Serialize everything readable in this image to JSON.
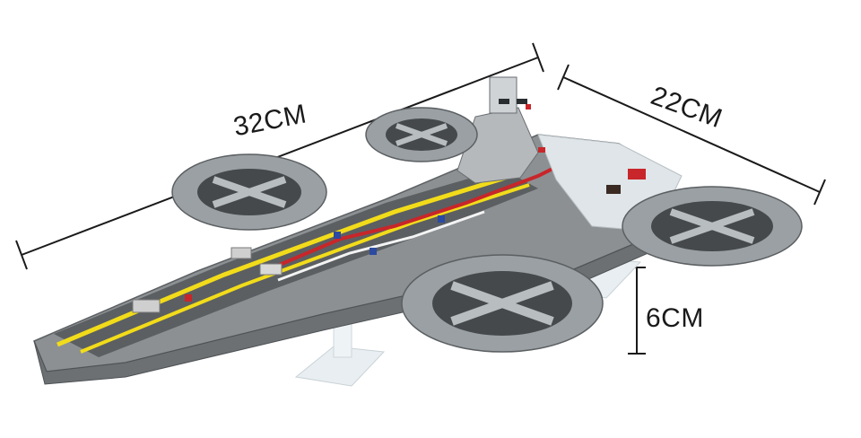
{
  "image": {
    "subject": "building-block-model-helicarrier",
    "colors": {
      "hull_grey": "#8c9093",
      "deck_dark": "#5b5f62",
      "stripe_yellow": "#f2dc1a",
      "stripe_red": "#c8262a",
      "transparent_stand": "#e6ecef",
      "line": "#1a1a1a"
    }
  },
  "dimensions": {
    "length": "32CM",
    "width": "22CM",
    "height": "6CM"
  }
}
